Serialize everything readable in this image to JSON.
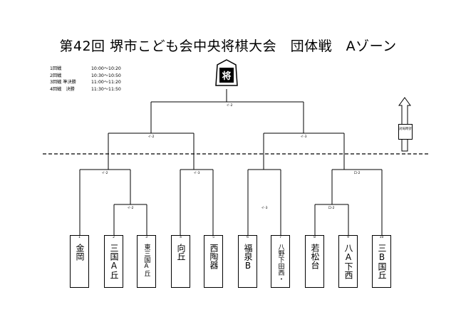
{
  "title": "第42回 堺市こども会中央将棋大会　団体戦　Aゾーン",
  "schedule": [
    {
      "label": "1回戦",
      "time": "10:00～10:20"
    },
    {
      "label": "2回戦",
      "time": "10:30～10:50"
    },
    {
      "label": "3回戦 準決勝",
      "time": "11:00～11:20"
    },
    {
      "label": "4回戦　決勝",
      "time": "11:30～11:50"
    }
  ],
  "teams": [
    {
      "num": "1",
      "name": "金岡"
    },
    {
      "num": "2",
      "name": "三国A丘"
    },
    {
      "num": "3",
      "name": "東三国A丘"
    },
    {
      "num": "4",
      "name": "向丘"
    },
    {
      "num": "5",
      "name": "西陶器"
    },
    {
      "num": "6",
      "name": "福泉B"
    },
    {
      "num": "7",
      "name": "八野下田西・"
    },
    {
      "num": "8",
      "name": "若松台"
    },
    {
      "num": "9",
      "name": "八A下西"
    },
    {
      "num": "10",
      "name": "三B国丘"
    }
  ],
  "scores": {
    "final": "イ-2",
    "semi_left": "イ-2",
    "semi_right": "イ-3",
    "qf_1": "イ-2",
    "qf_2": "イ-3",
    "qf_3": "イ-3",
    "qf_4": "ロ-2",
    "r1_23": "イ-2",
    "r1_89": "ロ-2"
  },
  "clock_label": "対局時計",
  "trophy_icon": "shogi-king-piece-icon"
}
